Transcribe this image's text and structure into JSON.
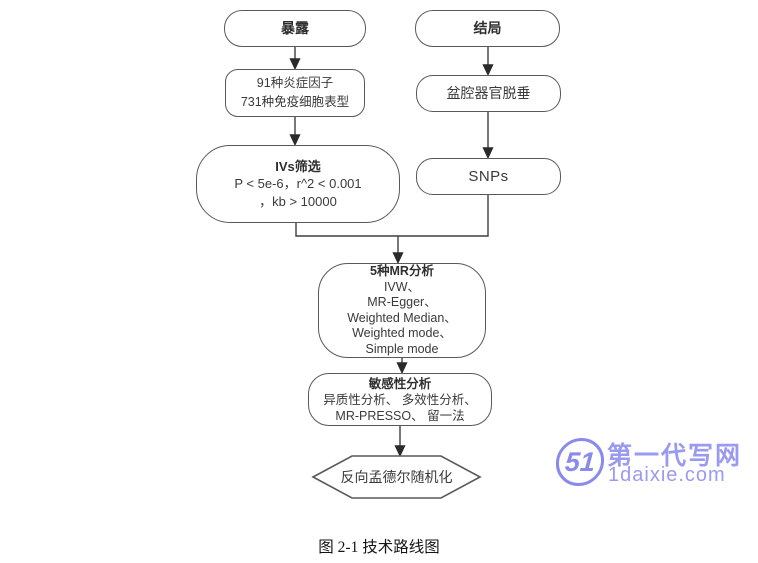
{
  "colors": {
    "box_border": "#595959",
    "connector_line": "#3f3f3f",
    "arrowhead": "#2a2a2a",
    "watermark": "#8a8aec",
    "background": "#ffffff"
  },
  "flowchart": {
    "exposure_header": {
      "label": "暴露"
    },
    "outcome_header": {
      "label": "结局"
    },
    "exposure_data": {
      "line1": "91种炎症因子",
      "line2": "731种免疫细胞表型"
    },
    "outcome_data": {
      "label": "盆腔器官脱垂"
    },
    "ivs_box": {
      "title": "IVs筛选",
      "line1": "P < 5e-6，r^2 < 0.001",
      "line2": "，kb > 10000"
    },
    "snps_box": {
      "label": "SNPs"
    },
    "mr_box": {
      "title": "5种MR分析",
      "items": [
        "IVW、",
        "MR-Egger、",
        "Weighted Median、",
        "Weighted mode、",
        "Simple mode"
      ]
    },
    "sensitivity_box": {
      "title": "敏感性分析",
      "line1": "异质性分析、 多效性分析、",
      "line2": "MR-PRESSO、 留一法"
    },
    "reverse_mr_hexagon": {
      "label": "反向孟德尔随机化"
    }
  },
  "watermark": {
    "logo_text": "51",
    "site_name": "第一代写网",
    "site_url": "1daixie.com"
  },
  "caption": {
    "text": "图 2-1  技术路线图"
  }
}
